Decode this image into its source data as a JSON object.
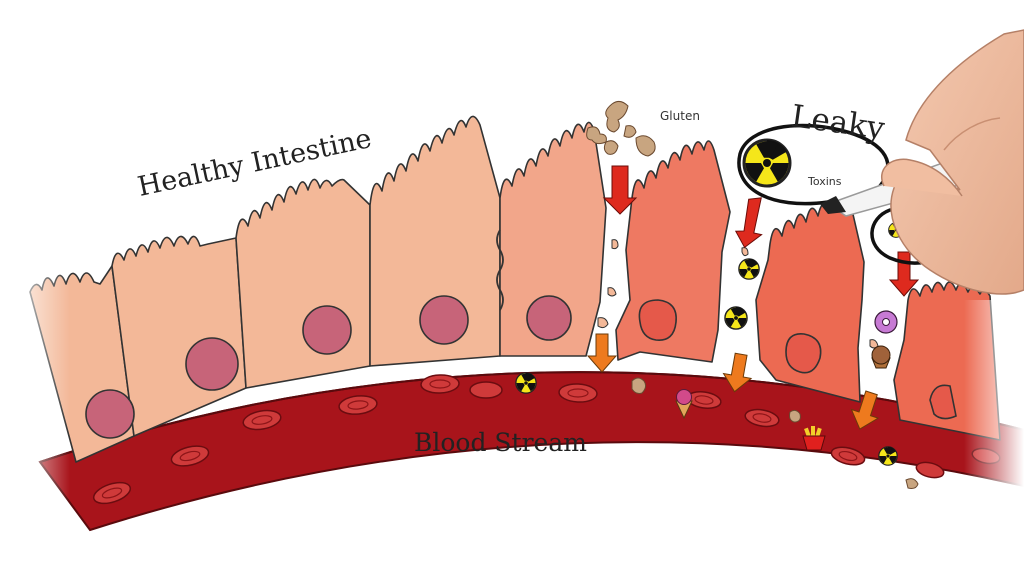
{
  "labels": {
    "healthy": "Healthy Intestine",
    "leaky": "Leaky",
    "gluten": "Gluten",
    "toxins": "Toxins",
    "blood": "Blood Stream"
  },
  "colors": {
    "healthy_cell": "#f3b898",
    "transition_cell": "#f0957c",
    "leaky_cell": "#ec6a52",
    "nucleus": "#c76479",
    "blood": "#a8141b",
    "rbc": "#cf3a3a",
    "arrow_red": "#de2a1e",
    "arrow_orange": "#ee7a1e",
    "toxin_yellow": "#f5e61a",
    "gluten_brown": "#c8a580"
  },
  "icons": {
    "toxin": "radiation-hazard-icon",
    "gluten": "gluten-clump-icon",
    "fries": "french-fries-icon",
    "ice_cream": "ice-cream-icon",
    "donut": "donut-icon",
    "muffin": "muffin-icon",
    "hand": "hand-with-marker-icon"
  }
}
